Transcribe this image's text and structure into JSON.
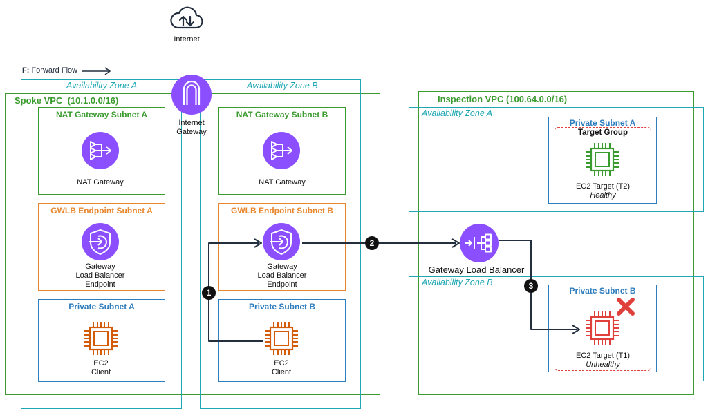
{
  "internet": {
    "label": "Internet",
    "icon": "cloud-icon"
  },
  "legend": {
    "prefix": "F:",
    "text": "Forward Flow"
  },
  "spoke_vpc": {
    "label": "Spoke VPC  (10.1.0.0/16)",
    "az_a": "Availability Zone A",
    "az_b": "Availability Zone B",
    "igw": {
      "line1": "Internet",
      "line2": "Gateway"
    },
    "nat_subnet_a": {
      "title": "NAT Gateway Subnet A",
      "label": "NAT Gateway"
    },
    "nat_subnet_b": {
      "title": "NAT Gateway Subnet B",
      "label": "NAT Gateway"
    },
    "gwlb_subnet_a": {
      "title": "GWLB Endpoint Subnet A",
      "line1": "Gateway",
      "line2": "Load Balancer",
      "line3": "Endpoint"
    },
    "gwlb_subnet_b": {
      "title": "GWLB Endpoint Subnet B",
      "line1": "Gateway",
      "line2": "Load Balancer",
      "line3": "Endpoint"
    },
    "private_subnet_a": {
      "title": "Private Subnet A",
      "line1": "EC2",
      "line2": "Client"
    },
    "private_subnet_b": {
      "title": "Private Subnet B",
      "line1": "EC2",
      "line2": "Client"
    }
  },
  "inspection_vpc": {
    "label": "Inspection VPC (100.64.0.0/16)",
    "az_a": "Availability Zone A",
    "az_b": "Availability Zone B",
    "gwlb_label": "Gateway Load Balancer",
    "private_subnet_a": {
      "title": "Private Subnet A"
    },
    "private_subnet_b": {
      "title": "Private Subnet B"
    },
    "target_group": "Target Group",
    "target_t2": {
      "name": "EC2 Target (T2)",
      "status": "Healthy"
    },
    "target_t1": {
      "name": "EC2 Target (T1)",
      "status": "Unhealthy"
    }
  },
  "steps": [
    "1",
    "2",
    "3"
  ],
  "colors": {
    "az": "#1ea7b3",
    "vpc": "#3a9b2e",
    "nat": "#3a9b2e",
    "gwlb_subnet": "#e8872e",
    "private_subnet": "#2e7dbd",
    "purple_icon": "#8c4fff",
    "ec2_orange": "#d45b07",
    "ec2_green": "#3a9b2e",
    "ec2_red": "#e0403b",
    "flow": "#232f3e"
  }
}
